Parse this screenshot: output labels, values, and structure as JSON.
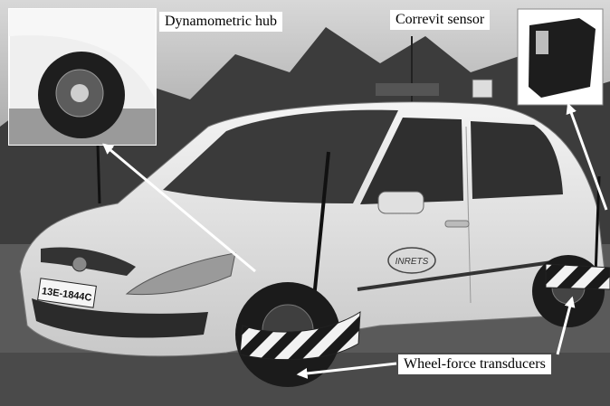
{
  "labels": {
    "hub": "Dynamometric hub",
    "sensor": "Correvit sensor",
    "transducers": "Wheel-force transducers"
  },
  "car": {
    "plate": "13E-1844C",
    "door_logo": "INRETS"
  },
  "colors": {
    "sky": "#cfcfcf",
    "trees": "#3c3c3c",
    "ground": "#5a5a5a",
    "body": "#ececec",
    "glass": "#3a3a3a",
    "tire": "#1b1b1b",
    "arrow": "#ffffff"
  },
  "icons": [
    "arrow-icon"
  ]
}
